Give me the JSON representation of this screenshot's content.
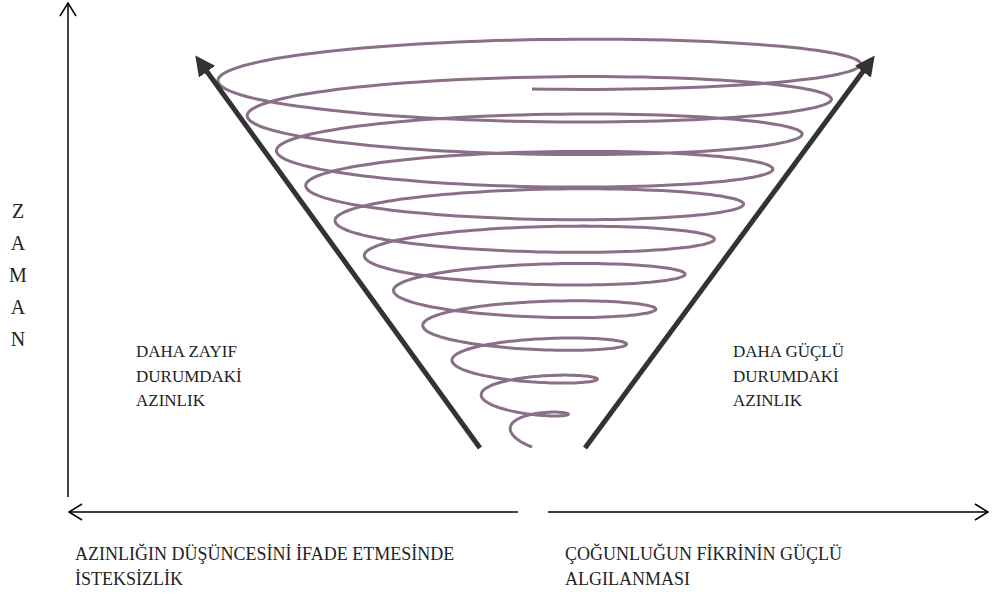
{
  "diagram": {
    "labels": [
      "ZAMAN",
      "DAHA ZAYIF DURUMDAKİ AZINLIK",
      "DAHA GÜÇLÜ DURUMDAKİ AZINLIK",
      "AZINLIĞIN DÜŞÜNCESİNİ İFADE ETMESİNDE İSTEKSİZLİK",
      "ÇOĞUNLUĞUN FİKRİNİN GÜÇLÜ ALGILANMASI"
    ]
  }
}
